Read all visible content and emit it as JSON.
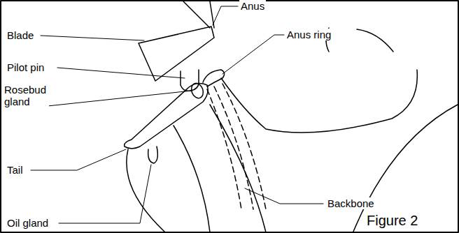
{
  "diagram": {
    "labels": [
      "Anus",
      "Blade",
      "Anus ring",
      "Pilot pin",
      "Rosebud gland",
      "Tail",
      "Backbone",
      "Oil gland",
      "Figure 2"
    ]
  }
}
